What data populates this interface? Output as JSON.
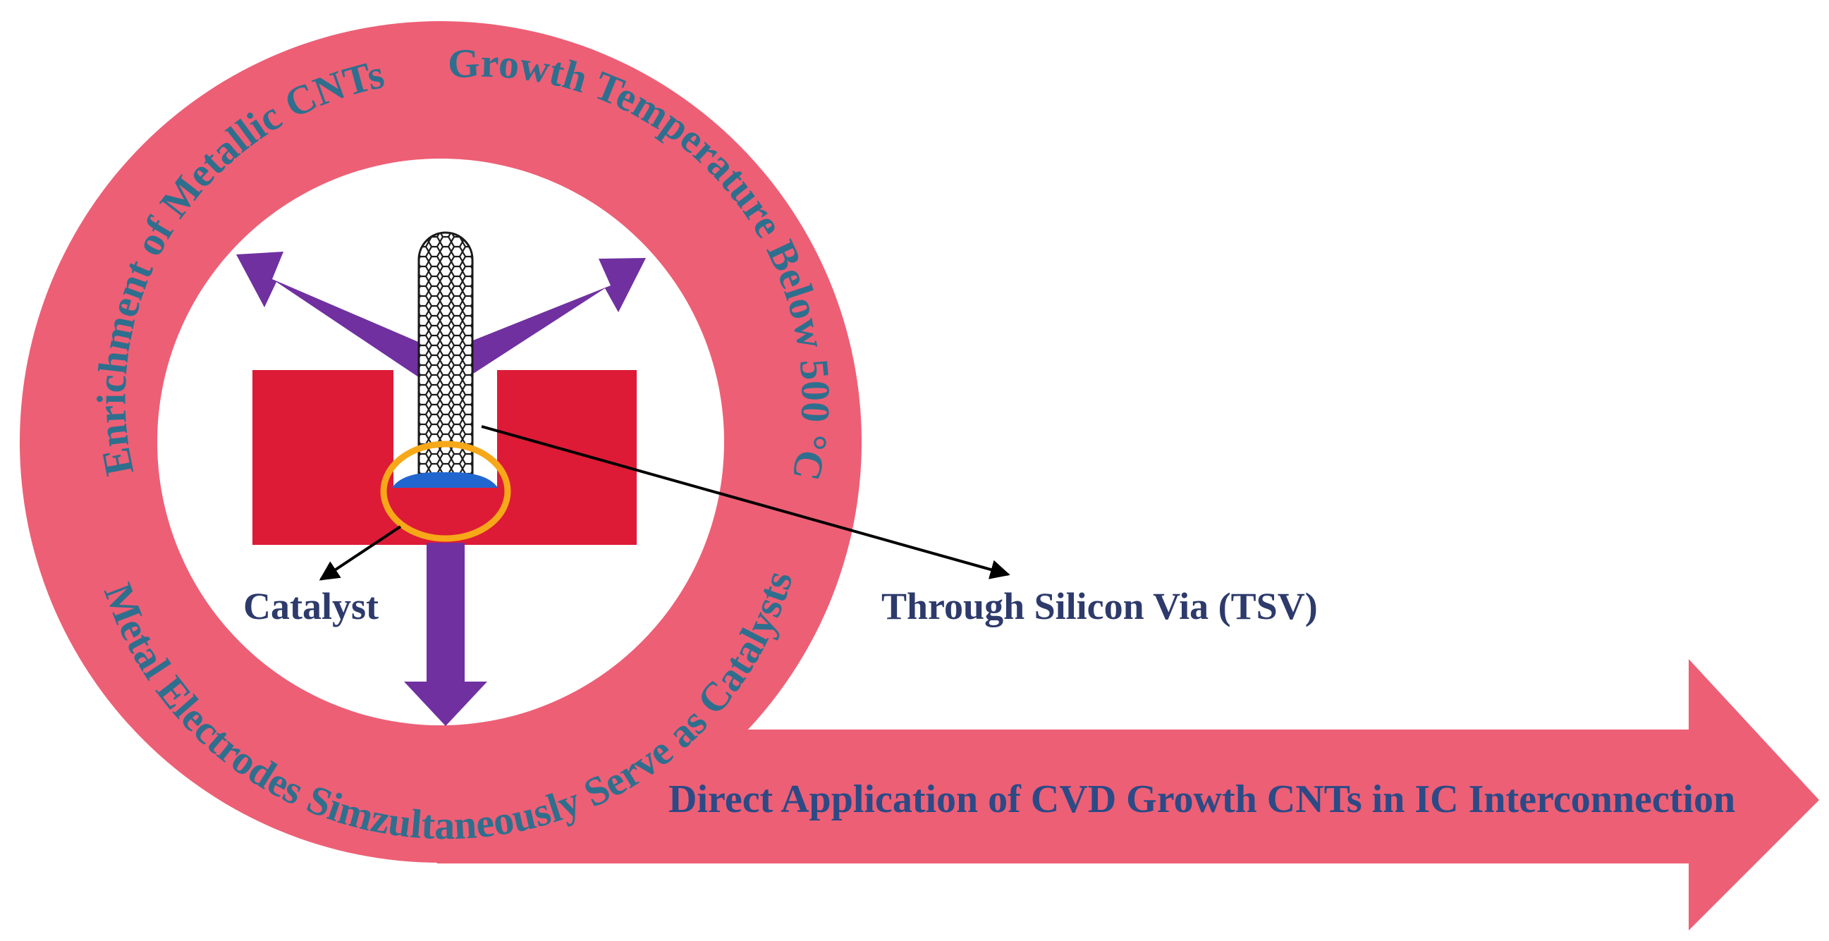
{
  "ring_labels": {
    "enrichment": "Enrichment of Metallic CNTs",
    "temperature": "Growth Temperature Below 500 °C",
    "electrodes": "Metal Electrodes Simzultaneously Serve as Catalysts"
  },
  "callouts": {
    "catalyst": "Catalyst",
    "tsv": "Through Silicon Via (TSV)"
  },
  "banner": {
    "label": "Direct Application of CVD Growth CNTs in IC Interconnection"
  },
  "colors": {
    "ring": "#ed5f75",
    "ring_text": "#2e6f8e",
    "callout_text": "#2d3a6b",
    "banner_text": "#2b4a86",
    "substrate": "#dd1b36",
    "arrow": "#7030a0",
    "catalyst": "#2166cf",
    "highlight": "#f7a818",
    "cnt_fill": "#ffffff",
    "cnt_mesh": "#1a1a1a",
    "pointer": "#000000"
  }
}
